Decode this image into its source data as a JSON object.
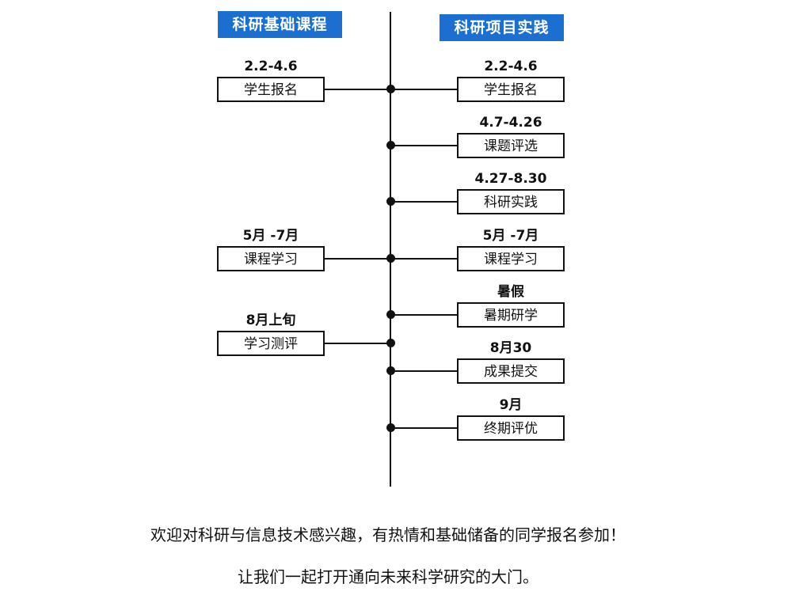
{
  "colors": {
    "header_bg": "#1a6fd1",
    "line": "#111111"
  },
  "timeline": {
    "left_title": "科研基础课程",
    "right_title": "科研项目实践",
    "left_events": [
      {
        "date": "2.2-4.6",
        "label": "学生报名"
      },
      {
        "date": "5月 -7月",
        "label": "课程学习"
      },
      {
        "date": "8月上旬",
        "label": "学习测评"
      }
    ],
    "right_events": [
      {
        "date": "2.2-4.6",
        "label": "学生报名"
      },
      {
        "date": "4.7-4.26",
        "label": "课题评选"
      },
      {
        "date": "4.27-8.30",
        "label": "科研实践"
      },
      {
        "date": "5月 -7月",
        "label": "课程学习"
      },
      {
        "date": "暑假",
        "label": "暑期研学"
      },
      {
        "date": "8月30",
        "label": "成果提交"
      },
      {
        "date": "9月",
        "label": "终期评优"
      }
    ]
  },
  "footer": {
    "line1": "欢迎对科研与信息技术感兴趣，有热情和基础储备的同学报名参加！",
    "line2": "让我们一起打开通向未来科学研究的大门。"
  }
}
